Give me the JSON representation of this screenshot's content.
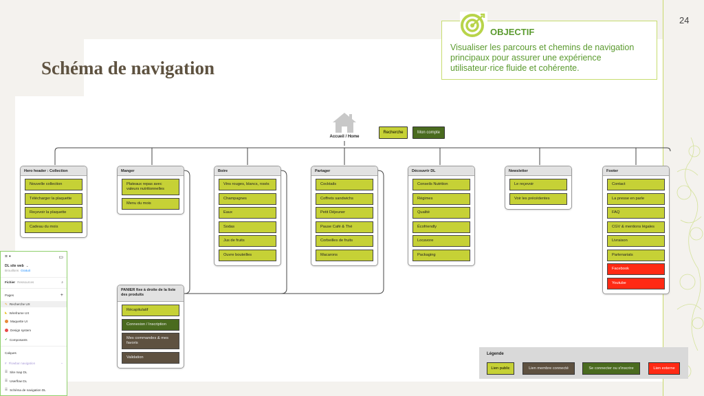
{
  "slide": {
    "title": "Schéma de navigation",
    "page_number": "24"
  },
  "objective": {
    "icon": "target-icon",
    "heading": "OBJECTIF",
    "text": "Visualiser les parcours et chemins de navigation principaux pour assurer une expérience utilisateur·rice fluide et cohérente."
  },
  "root": {
    "icon": "home-icon",
    "label": "Accueil / Home",
    "buttons": [
      {
        "label": "Recherche",
        "type": "public"
      },
      {
        "label": "Mon compte",
        "type": "connect"
      }
    ]
  },
  "groups": [
    {
      "title": "Hero header : Collection",
      "items": [
        {
          "label": "Nouvelle collection",
          "type": "public"
        },
        {
          "label": "Télécharger la plaquette",
          "type": "public"
        },
        {
          "label": "Reçevoir la plaquette",
          "type": "public"
        },
        {
          "label": "Cadeau du mois",
          "type": "public"
        }
      ]
    },
    {
      "title": "Manger",
      "items": [
        {
          "label": "Plateaux repas avec valeurs nutritionnelles",
          "type": "public"
        },
        {
          "label": "Menu du mois",
          "type": "public"
        }
      ]
    },
    {
      "title": "Boire",
      "items": [
        {
          "label": "Vins rouges, blancs, rosés",
          "type": "public"
        },
        {
          "label": "Champagnes",
          "type": "public"
        },
        {
          "label": "Eaux",
          "type": "public"
        },
        {
          "label": "Sodas",
          "type": "public"
        },
        {
          "label": "Jus de fruits",
          "type": "public"
        },
        {
          "label": "Ouvre bouteilles",
          "type": "public"
        }
      ]
    },
    {
      "title": "Partager",
      "items": [
        {
          "label": "Cocktails",
          "type": "public"
        },
        {
          "label": "Coffrets sandwichs",
          "type": "public"
        },
        {
          "label": "Petit Déjeuner",
          "type": "public"
        },
        {
          "label": "Pause Café & Thé",
          "type": "public"
        },
        {
          "label": "Corbeilles de fruits",
          "type": "public"
        },
        {
          "label": "Macarons",
          "type": "public"
        }
      ]
    },
    {
      "title": "Découvrir DL",
      "items": [
        {
          "label": "Conseils Nutrition",
          "type": "public"
        },
        {
          "label": "Régimes",
          "type": "public"
        },
        {
          "label": "Qualité",
          "type": "public"
        },
        {
          "label": "Écofriendly",
          "type": "public"
        },
        {
          "label": "Locavore",
          "type": "public"
        },
        {
          "label": "Packaging",
          "type": "public"
        }
      ]
    },
    {
      "title": "Newsletter",
      "items": [
        {
          "label": "Le reçevoir",
          "type": "public"
        },
        {
          "label": "Voir les précédentes",
          "type": "public"
        }
      ]
    },
    {
      "title": "Footer",
      "items": [
        {
          "label": "Contact",
          "type": "public"
        },
        {
          "label": "La presse en parle",
          "type": "public"
        },
        {
          "label": "FAQ",
          "type": "public"
        },
        {
          "label": "CGV & mentions légales",
          "type": "public"
        },
        {
          "label": "Livraison",
          "type": "public"
        },
        {
          "label": "Partenariats",
          "type": "public"
        },
        {
          "label": "Facebook",
          "type": "ext"
        },
        {
          "label": "Youtube",
          "type": "ext"
        }
      ]
    }
  ],
  "cart": {
    "title": "PANIER fixe à droite de la liste des produits",
    "items": [
      {
        "label": "Récapitulatif",
        "type": "public"
      },
      {
        "label": "Connexion / Inscription",
        "type": "connect"
      },
      {
        "label": "Mes commandes & mes favoris",
        "type": "member"
      },
      {
        "label": "Validation",
        "type": "member"
      }
    ]
  },
  "legend": {
    "title": "Légende",
    "items": [
      {
        "label": "Lien public",
        "type": "public"
      },
      {
        "label": "Lien membre connecté",
        "type": "member"
      },
      {
        "label": "Se connecter ou s'inscrire",
        "type": "connect"
      },
      {
        "label": "Lien externe",
        "type": "ext"
      }
    ]
  },
  "colors": {
    "public": "#c6d136",
    "member": "#5e5140",
    "connect": "#4a6b1f",
    "ext": "#ff2a14",
    "accent": "#5a9a2e",
    "title": "#5e5240"
  },
  "figma_panel": {
    "file_name": "DL site web",
    "plan": "Brouillons",
    "plan_badge": "Gratuit",
    "tabs": [
      "Fichier",
      "Ressources"
    ],
    "pages_label": "Pages",
    "pages": [
      {
        "label": "Recherche UX",
        "icon": "pencil-icon",
        "active": true
      },
      {
        "label": "Wireframe UX",
        "icon": "ruler-icon",
        "active": false
      },
      {
        "label": "Maquette UI",
        "icon": "palette-icon",
        "active": false
      },
      {
        "label": "Design system",
        "icon": "target-icon",
        "active": false
      },
      {
        "label": "Composants",
        "icon": "check-icon",
        "active": false
      }
    ],
    "layers_label": "Calques",
    "layers": [
      {
        "label": "Flowbar navigation",
        "active": true
      },
      {
        "label": "Site map DL",
        "active": false
      },
      {
        "label": "Userflow DL",
        "active": false
      },
      {
        "label": "Schéma de navigation DL",
        "active": false
      }
    ]
  }
}
